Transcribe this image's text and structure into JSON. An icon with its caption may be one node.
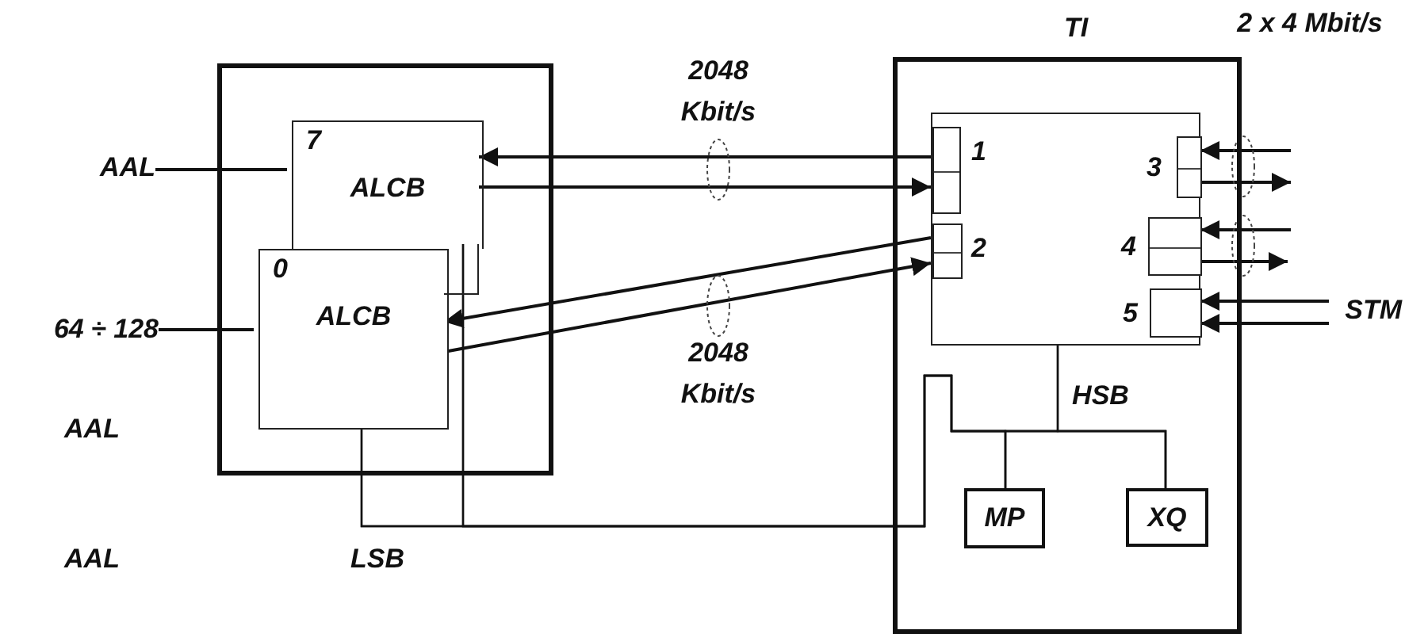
{
  "diagram": {
    "nodes": [
      {
        "text": [],
        "shape": "box"
      },
      {
        "text": [
          "7",
          "ALCB"
        ],
        "in": 0
      },
      {
        "text": [
          "0",
          "ALCB"
        ],
        "in": 0
      },
      {
        "text": [
          "TI"
        ]
      },
      {
        "text": [],
        "shape": "box",
        "in": 3
      },
      {
        "text": [
          "1"
        ],
        "in": 4
      },
      {
        "text": [
          "2"
        ],
        "in": 4
      },
      {
        "text": [
          "3"
        ],
        "in": 4
      },
      {
        "text": [
          "4"
        ],
        "in": 4
      },
      {
        "text": [
          "5"
        ],
        "in": 4
      },
      {
        "text": [
          "MP"
        ],
        "in": 3
      },
      {
        "text": [
          "XQ"
        ],
        "in": 3
      },
      {
        "text": [
          "AAL"
        ]
      },
      {
        "text": [
          "64 ÷ 128"
        ]
      },
      {
        "text": [
          "STM"
        ]
      }
    ],
    "edges": [
      {
        "from": 12,
        "to": 1,
        "arrow": "none"
      },
      {
        "from": 5,
        "to": 1,
        "arrow": "to"
      },
      {
        "from": 1,
        "to": 5,
        "arrow": "to"
      },
      {
        "from": 13,
        "to": 2,
        "arrow": "none"
      },
      {
        "from": 6,
        "to": 2,
        "arrow": "to"
      },
      {
        "from": 2,
        "to": 6,
        "arrow": "to"
      },
      {
        "from": null,
        "to": 7,
        "arrow": "to"
      },
      {
        "from": 7,
        "to": null,
        "arrow": "to"
      },
      {
        "from": null,
        "to": 8,
        "arrow": "to"
      },
      {
        "from": 8,
        "to": null,
        "arrow": "to"
      },
      {
        "from": 14,
        "to": 9,
        "arrow": "to"
      },
      {
        "from": 14,
        "to": 9,
        "arrow": "to"
      },
      {
        "from": 2,
        "to": 10,
        "arrow": "none"
      },
      {
        "from": 2,
        "to": 11,
        "arrow": "none"
      },
      {
        "from": 1,
        "to": 10,
        "arrow": "none"
      },
      {
        "from": 1,
        "to": 11,
        "arrow": "none"
      },
      {
        "from": 4,
        "to": 10,
        "arrow": "none"
      },
      {
        "from": 4,
        "to": 11,
        "arrow": "none"
      }
    ],
    "labels": [
      "2048 Kbit/s",
      "2 x 4 Mbit/s",
      "AAL",
      "2048 Kbit/s",
      "HSB",
      "AAL",
      "LSB"
    ]
  }
}
